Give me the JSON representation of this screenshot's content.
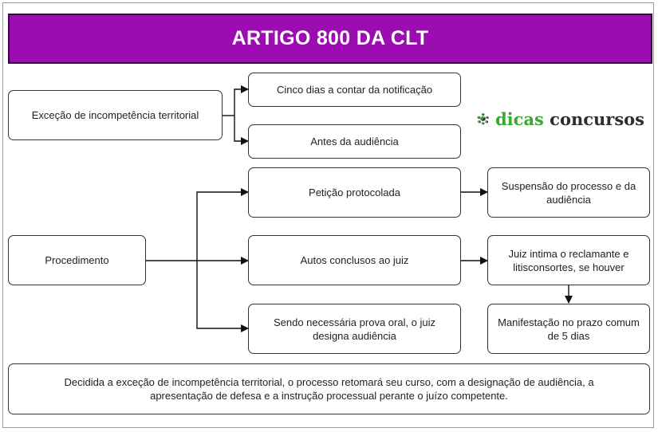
{
  "title": "ARTIGO 800 DA CLT",
  "nodes": {
    "excecao": "Exceção de incompetência territorial",
    "cinco_dias": "Cinco dias a contar da notificação",
    "antes_audiencia": "Antes da audiência",
    "procedimento": "Procedimento",
    "peticao": "Petição protocolada",
    "autos": "Autos conclusos ao juiz",
    "prova_oral": "Sendo necessária prova oral, o juiz designa audiência",
    "suspensao": "Suspensão do processo e da audiência",
    "juiz_intima": "Juiz intima o reclamante e litisconsortes, se houver",
    "manifestacao": "Manifestação no prazo comum de 5 dias",
    "conclusao": "Decidida a exceção de incompetência territorial, o processo retomará seu curso, com a designação de audiência, a apresentação de defesa e a instrução processual perante o juízo competente."
  },
  "logo": {
    "word1": "dicas",
    "word2": "concursos",
    "icon": "cube-cluster-icon",
    "colors": {
      "green": "#3aa832",
      "dark": "#2e2e2e",
      "mid": "#8a8a8a"
    }
  },
  "colors": {
    "title_bg": "#9c0db1",
    "title_border": "#3d0048"
  }
}
